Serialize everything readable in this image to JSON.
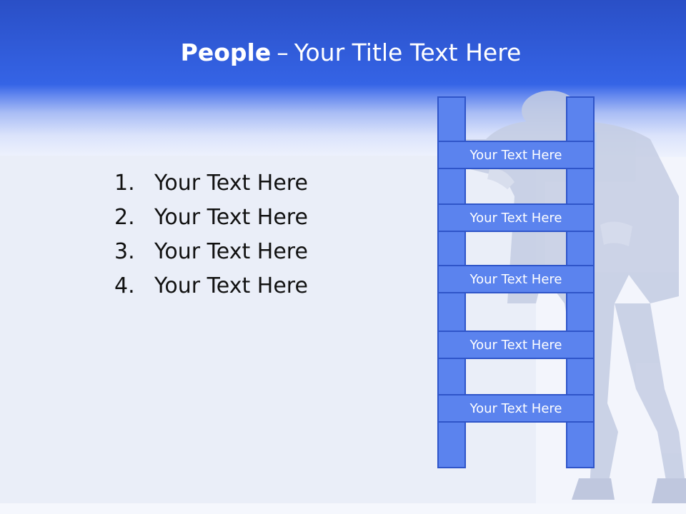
{
  "slide": {
    "title_strong": "People",
    "title_separator": "–",
    "title_rest": "Your Title Text Here"
  },
  "list": {
    "items": [
      {
        "number": "1.",
        "text": "Your Text Here"
      },
      {
        "number": "2.",
        "text": "Your Text Here"
      },
      {
        "number": "3.",
        "text": "Your Text Here"
      },
      {
        "number": "4.",
        "text": "Your Text Here"
      }
    ]
  },
  "ladder": {
    "steps": [
      {
        "label": "Your Text Here"
      },
      {
        "label": "Your Text Here"
      },
      {
        "label": "Your Text Here"
      },
      {
        "label": "Your Text Here"
      },
      {
        "label": "Your Text Here"
      }
    ]
  },
  "colors": {
    "header_blue": "#3564e6",
    "ladder_fill": "#5b83ee",
    "ladder_border": "#2f55c9"
  }
}
